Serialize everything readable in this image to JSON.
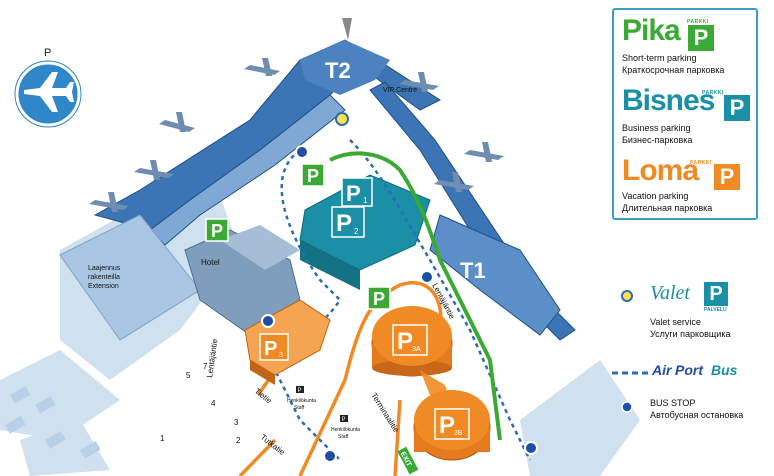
{
  "colors": {
    "pika": "#3aaa35",
    "bisnes": "#1a8fa6",
    "loma": "#f08a24",
    "terminal": "#1e63a8",
    "building": "#5b7ea8",
    "bus_route": "#2a6db5",
    "apron": "#c7daec"
  },
  "icons": {
    "airport_sign": "airplane-icon",
    "valet": "valet-parking-icon",
    "bus_stop": "bus-stop-icon"
  },
  "map": {
    "airport_sign_label": "P",
    "terminal_2": "T2",
    "terminal_1": "T1",
    "vip_centre": "VIP Centre",
    "hotel": "Hotel",
    "extension_fi": "Laajennus\nrakenteilla",
    "extension_en": "Extension",
    "p1": "P",
    "p1_sub": "1",
    "p2": "P",
    "p2_sub": "2",
    "p3": "P",
    "p3_sub": "3",
    "p3a": "P",
    "p3a_sub": "3A",
    "p3b": "P",
    "p3b_sub": "3B",
    "green_p": "P",
    "roads": {
      "lentajantie_top": "Lentäjäntie",
      "lentajantie_left": "Lentäjäntie",
      "terminaalitie": "Terminaalitie",
      "tietie": "Tietie",
      "tutkatie": "Tutkatie"
    },
    "staff_label_fi": "Henkilökunta",
    "staff_label_en": "Staff",
    "staff_p": "P",
    "exit": "EXIT",
    "numbers": [
      "7",
      "5",
      "4",
      "3",
      "2",
      "1"
    ]
  },
  "legend": {
    "pika": {
      "brand": "Pika",
      "small": "PARKKI",
      "p": "P",
      "en": "Short-term parking",
      "ru": "Краткосрочная парковка"
    },
    "bisnes": {
      "brand": "Bisnes",
      "small": "PARKKI",
      "p": "P",
      "en": "Business parking",
      "ru": "Бизнес-парковка"
    },
    "loma": {
      "brand": "Loma",
      "small": "PARKKI",
      "p": "P",
      "en": "Vacation parking",
      "ru": "Длительная парковка"
    }
  },
  "side_legend": {
    "valet": {
      "brand": "Valet",
      "p": "P",
      "small": "PALVELU",
      "en": "Valet service",
      "ru": "Услуги парковщика"
    },
    "bus": {
      "air": "Air",
      "port": "Port",
      "bus": "Bus"
    },
    "bus_stop": {
      "en": "BUS STOP",
      "ru": "Автобусная остановка"
    }
  }
}
